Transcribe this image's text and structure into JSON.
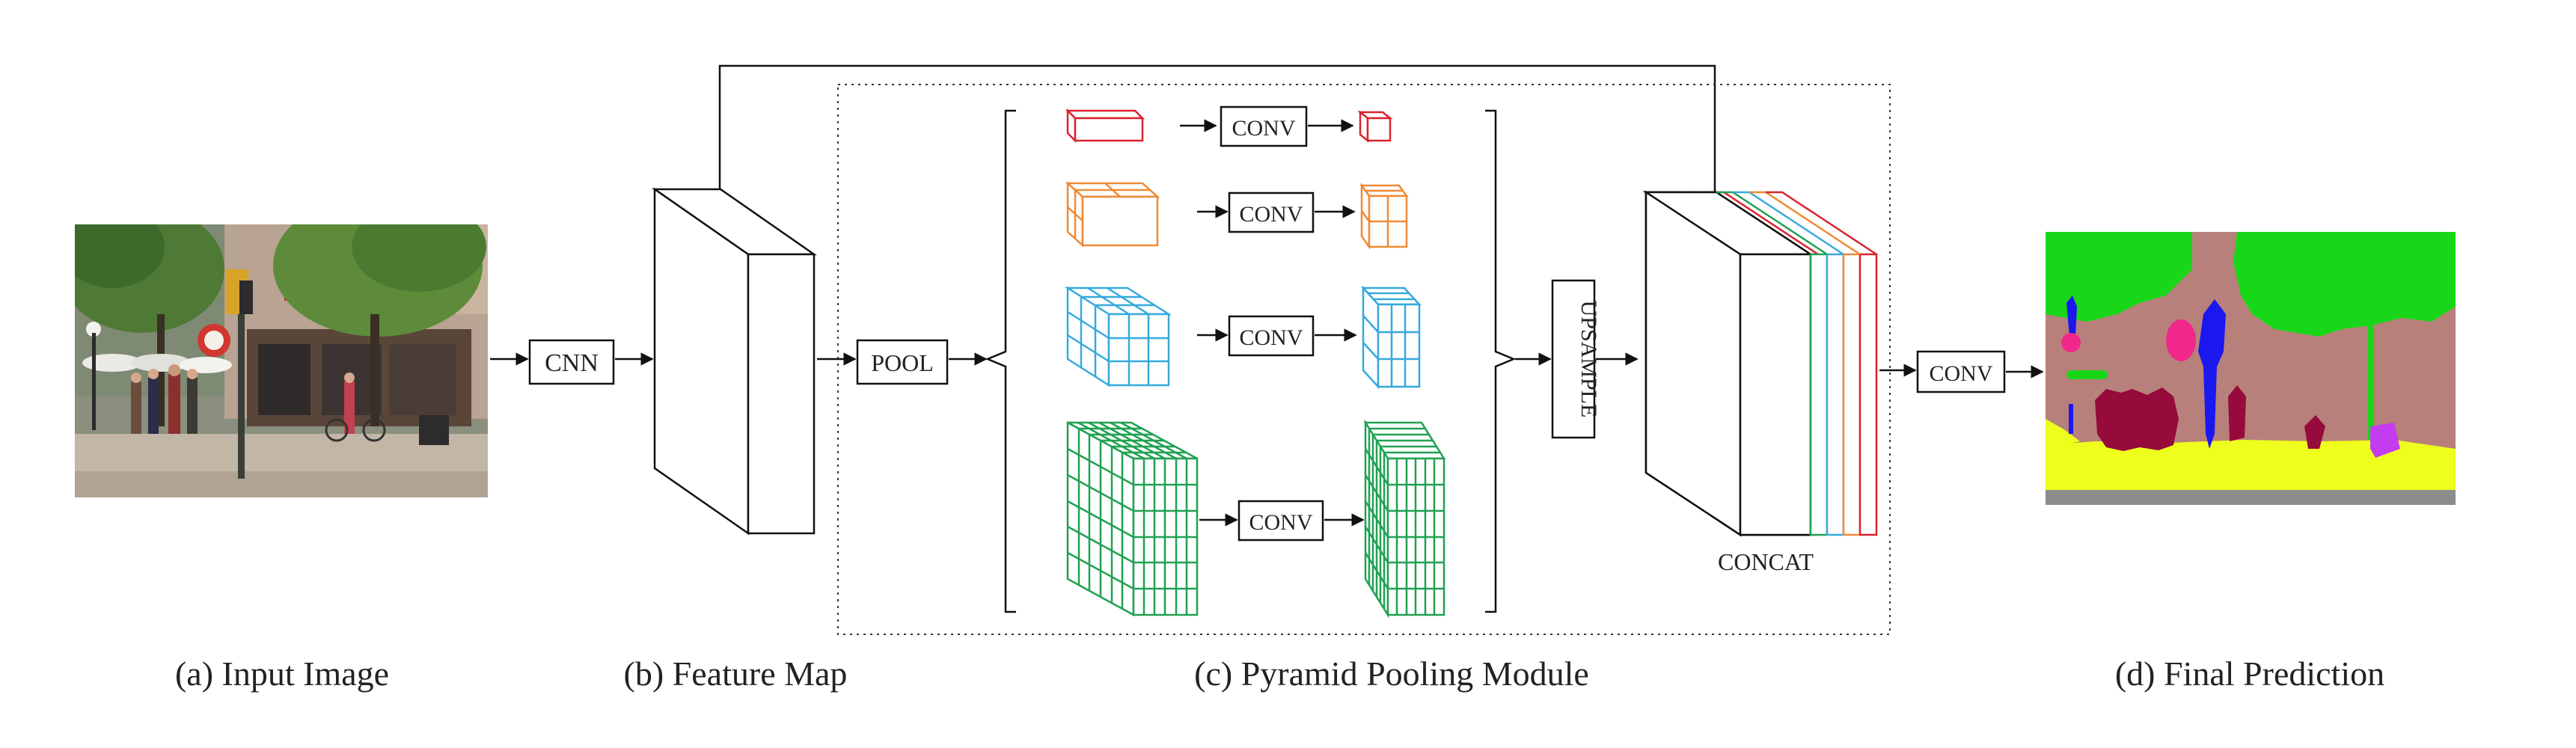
{
  "operators": {
    "cnn": "CNN",
    "pool": "POOL",
    "conv": "CONV",
    "upsample": "UPSAMPLE",
    "concat": "CONCAT"
  },
  "captions": {
    "input_image": "(a) Input Image",
    "feature_map": "(b) Feature Map",
    "ppm": "(c) Pyramid Pooling Module",
    "final_prediction": "(d) Final Prediction"
  },
  "colors": {
    "level1": "#d9232f",
    "level2": "#ef8a35",
    "level3": "#36a9dc",
    "level4": "#21a152",
    "seg_green": "#18d718",
    "seg_brown": "#b8807a",
    "seg_yellow": "#eeff1e",
    "seg_maroon": "#960a3c",
    "seg_blue": "#1a18ee",
    "seg_magenta": "#f0288c",
    "seg_purple": "#c43cf0"
  },
  "pyramid_levels": [
    {
      "bins": 1
    },
    {
      "bins": 2
    },
    {
      "bins": 3
    },
    {
      "bins": 6
    }
  ]
}
